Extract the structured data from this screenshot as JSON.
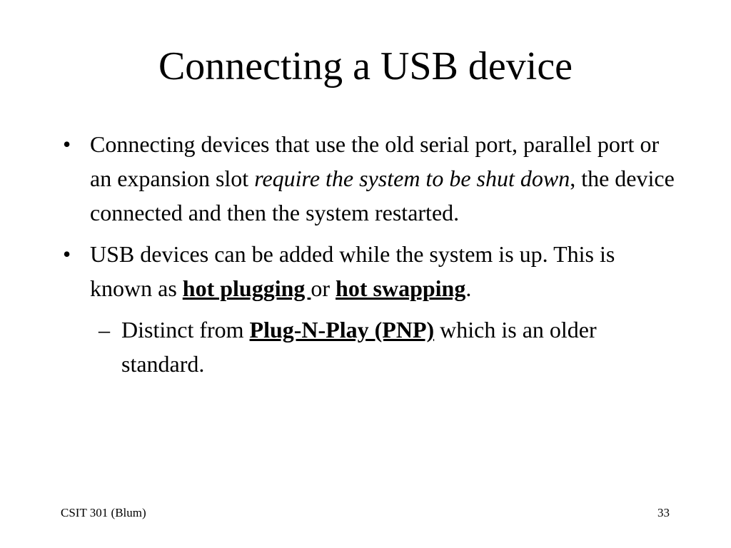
{
  "slide": {
    "title": "Connecting a USB device",
    "bullet_glyph": "•",
    "dash_glyph": "–",
    "b1": {
      "t1": "Connecting devices that use the old serial port, parallel port or an expansion slot ",
      "em": "require the system to be shut down",
      "t2": ", the device connected and then the system restarted."
    },
    "b2": {
      "t1": "USB devices can be added while the system is up. This is known as ",
      "hot_plugging": "hot plugging ",
      "or": "or ",
      "hot_swapping": "hot swapping",
      "t2": "."
    },
    "b3": {
      "t1": "Distinct from ",
      "pnp": "Plug-N-Play (PNP)",
      "t2": " which is an older standard."
    }
  },
  "footer": {
    "left": "CSIT 301 (Blum)",
    "page_number": "33"
  }
}
